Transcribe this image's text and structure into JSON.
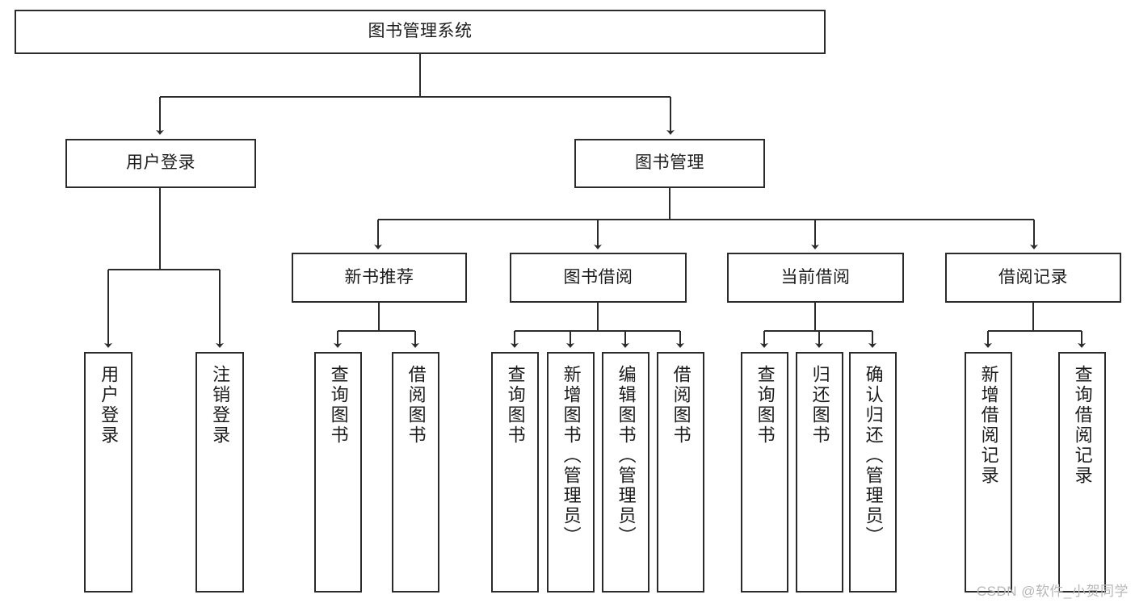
{
  "diagram": {
    "type": "hierarchy-tree",
    "title": "图书管理系统",
    "watermark": "CSDN @软件_小贺同学",
    "colors": {
      "box_border": "#2b2b2b",
      "box_fill": "#ffffff",
      "edge": "#2b2b2b",
      "text": "#1c1c1c",
      "watermark": "#b8b8b8"
    },
    "nodes": {
      "root": {
        "label": "图书管理系统"
      },
      "level1": [
        {
          "label": "用户登录"
        },
        {
          "label": "图书管理"
        }
      ],
      "level2": [
        {
          "label": "新书推荐"
        },
        {
          "label": "图书借阅"
        },
        {
          "label": "当前借阅"
        },
        {
          "label": "借阅记录"
        }
      ],
      "leaves": {
        "user_login": [
          {
            "label": "用户登录"
          },
          {
            "label": "注销登录"
          }
        ],
        "new_book_recommend": [
          {
            "label": "查询图书"
          },
          {
            "label": "借阅图书"
          }
        ],
        "book_borrow": [
          {
            "label": "查询图书"
          },
          {
            "label": "新增图书（管理员）"
          },
          {
            "label": "编辑图书（管理员）"
          },
          {
            "label": "借阅图书"
          }
        ],
        "current_borrow": [
          {
            "label": "查询图书"
          },
          {
            "label": "归还图书"
          },
          {
            "label": "确认归还（管理员）"
          }
        ],
        "borrow_record": [
          {
            "label": "新增借阅记录"
          },
          {
            "label": "查询借阅记录"
          }
        ]
      }
    }
  }
}
